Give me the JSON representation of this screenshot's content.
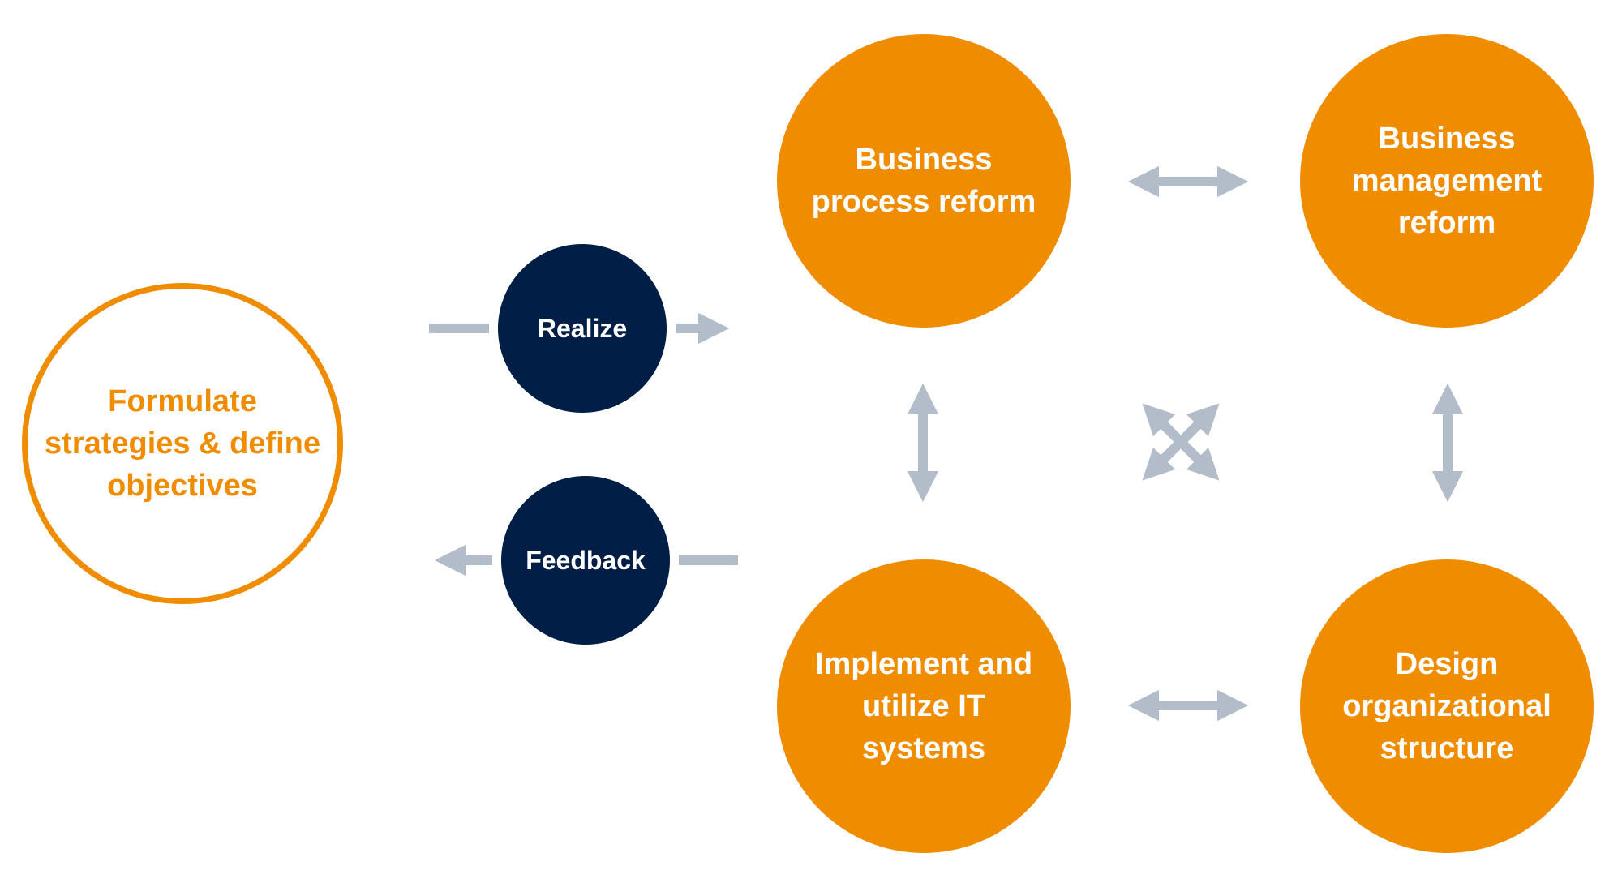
{
  "nodes": {
    "strategy": "Formulate strategies & define objectives",
    "realize": "Realize",
    "feedback": "Feedback",
    "business_process_reform": "Business process reform",
    "business_management_reform": "Business management reform",
    "implement_it": "Implement and utilize IT systems",
    "design_org": "Design organizational structure"
  },
  "colors": {
    "orange": "#ef8c00",
    "navy": "#001e46",
    "arrow_gray": "#b3bdca",
    "background": "#ffffff"
  }
}
